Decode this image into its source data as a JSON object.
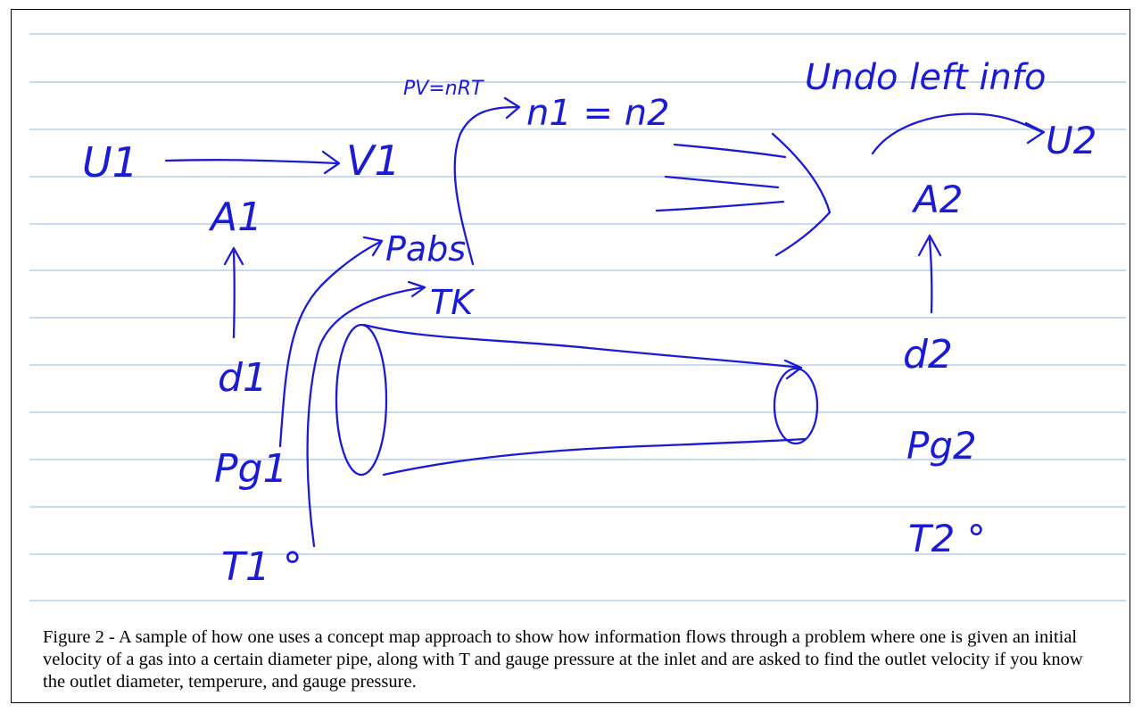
{
  "notes": {
    "u1": "U1",
    "v1": "V1",
    "a1": "A1",
    "d1": "d1",
    "pg1": "Pg1",
    "t1": "T1 °",
    "ideal_gas": "PV=nRT",
    "n_relation": "n1 = n2",
    "p_abs": "Pabs",
    "t_k": "TK",
    "undo": "Undo left info",
    "u2": "U2",
    "a2": "A2",
    "d2": "d2",
    "pg2": "Pg2",
    "t2": "T2 °"
  },
  "caption": "Figure 2 - A sample of how one uses a concept map approach to show how information flows through a problem where one is given an initial velocity of a gas into a certain diameter pipe, along with T and gauge pressure at the inlet and are asked to find the outlet velocity if you know the outlet diameter, temperure, and gauge pressure.",
  "colors": {
    "ink": "#1b1bd6",
    "ruled_line": "#a8c4ea",
    "border": "#000000"
  }
}
